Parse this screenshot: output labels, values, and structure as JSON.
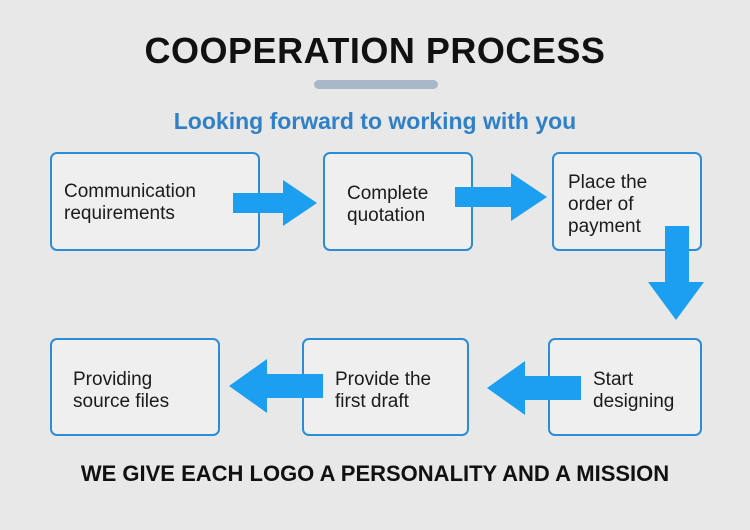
{
  "header": {
    "title": "COOPERATION PROCESS",
    "subtitle": "Looking forward to working with you"
  },
  "steps": [
    {
      "label": "Communication\nrequirements"
    },
    {
      "label": "Complete\nquotation"
    },
    {
      "label": "Place the\norder of\npayment"
    },
    {
      "label": "Start\ndesigning"
    },
    {
      "label": "Provide the\nfirst  draft"
    },
    {
      "label": "Providing\nsource files"
    }
  ],
  "footer": {
    "tagline": "WE GIVE EACH LOGO A PERSONALITY AND A MISSION"
  },
  "colors": {
    "box_border": "#2c8dd6",
    "arrow": "#1c9ff0",
    "subtitle": "#2f80c6",
    "background": "#e8e8e8"
  }
}
